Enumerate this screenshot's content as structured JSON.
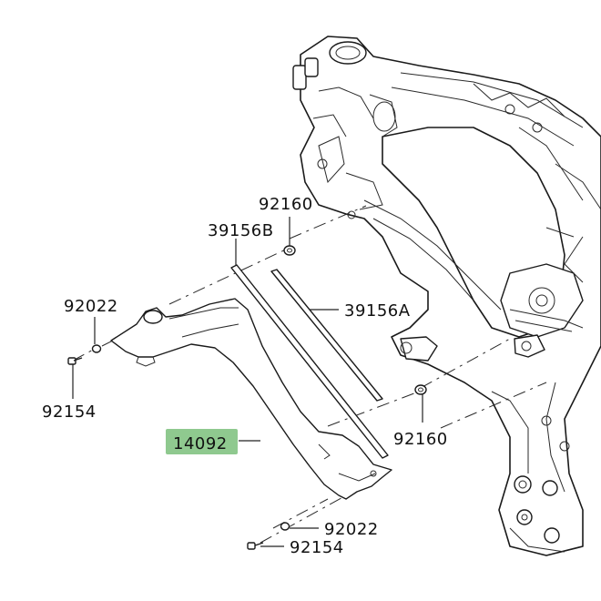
{
  "diagram": {
    "highlight_color": "#8fc98f",
    "callouts": [
      {
        "id": "hl",
        "text": "14092"
      },
      {
        "id": "c1",
        "text": "92160"
      },
      {
        "id": "c2",
        "text": "39156B"
      },
      {
        "id": "c3",
        "text": "39156A"
      },
      {
        "id": "c4",
        "text": "92022"
      },
      {
        "id": "c5",
        "text": "92154"
      },
      {
        "id": "c6",
        "text": "92160"
      },
      {
        "id": "c7",
        "text": "92022"
      },
      {
        "id": "c8",
        "text": "92154"
      }
    ]
  }
}
